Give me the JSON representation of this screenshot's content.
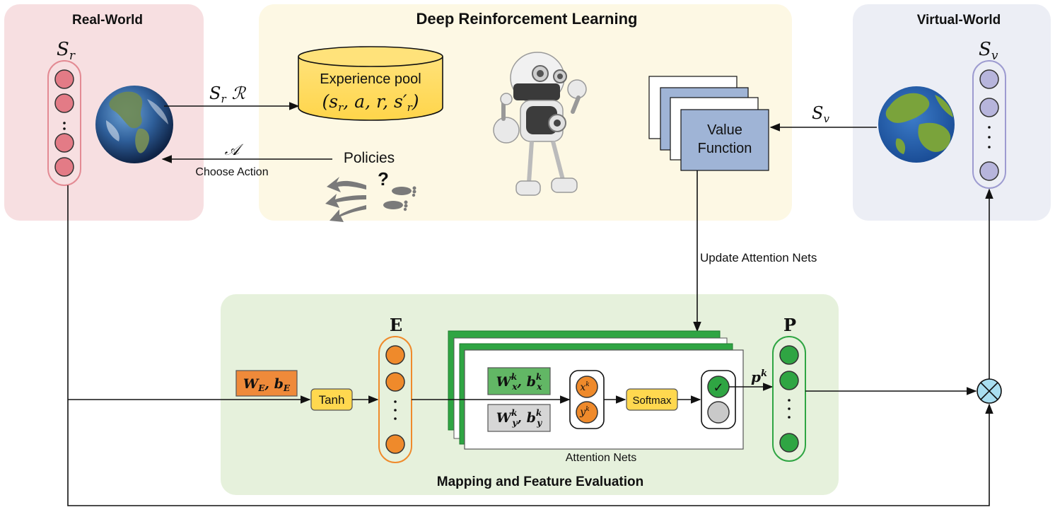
{
  "regions": {
    "real_world": "Real-World",
    "drl": "Deep Reinforcement Learning",
    "virtual_world": "Virtual-World",
    "mapping": "Mapping and Feature Evaluation"
  },
  "vectors": {
    "s_r": "S",
    "s_r_sub": "r",
    "s_v": "S",
    "s_v_sub": "v",
    "e": "E",
    "p": "P"
  },
  "experience_pool": {
    "label": "Experience pool",
    "tuple": "(s",
    "tuple_sub_r": "r",
    "tuple_mid": ", a, r, s′",
    "tuple_end": ")"
  },
  "edges": {
    "sr_reward": "S",
    "sr_reward_sub": "r",
    "reward_symbol": "ℛ",
    "action_symbol": "𝒜",
    "choose_action": "Choose Action",
    "policies": "Policies",
    "question_mark": "?",
    "sv_label": "S",
    "sv_sub": "v",
    "update_attention": "Update Attention Nets",
    "pk_label": "p",
    "pk_sup": "k"
  },
  "value_function": {
    "line1": "Value",
    "line2": "Function"
  },
  "mapping": {
    "we_be": "W",
    "we_sub": "E",
    "comma_b": ", b",
    "be_sub": "E",
    "tanh": "Tanh",
    "softmax": "Softmax",
    "attention_nets": "Attention Nets",
    "wx_label": "W",
    "wx_sup": "k",
    "wx_sub": "x",
    "bx": ", b",
    "bx_sup": "k",
    "bx_sub": "x",
    "wy_label": "W",
    "wy_sup": "k",
    "wy_sub": "y",
    "by": ", b",
    "by_sup": "k",
    "by_sub": "y",
    "xk": "x",
    "xk_sup": "k",
    "yk": "y",
    "yk_sup": "k",
    "check": "✓"
  },
  "colors": {
    "real_bg": "#f7dfe1",
    "drl_bg": "#fdf8e4",
    "virtual_bg": "#eceef5",
    "mapping_bg": "#e6f1dc",
    "pink_node": "#e37b86",
    "purple_node": "#b7b5dc",
    "orange_node": "#ef8a2b",
    "green_node": "#2fa543",
    "yellow_box": "#ffd84f",
    "blue_box": "#9fb4d6",
    "cross": "#a9def0"
  }
}
